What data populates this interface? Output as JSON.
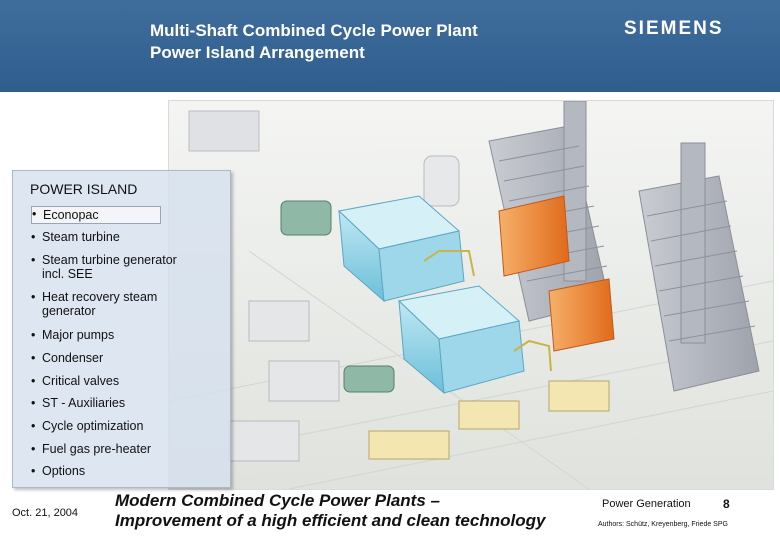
{
  "header": {
    "title_line1": "Multi-Shaft Combined Cycle Power Plant",
    "title_line2": "Power Island Arrangement",
    "logo_text": "SIEMENS",
    "bg_color": "#3a6896"
  },
  "power_island": {
    "heading": "POWER ISLAND",
    "items": [
      {
        "line1": "Econopac",
        "line2": ""
      },
      {
        "line1": "Steam turbine",
        "line2": ""
      },
      {
        "line1": "Steam turbine generator",
        "line2": "incl. SEE"
      },
      {
        "line1": "Heat recovery steam",
        "line2": "generator"
      },
      {
        "line1": "Major pumps",
        "line2": ""
      },
      {
        "line1": "Condenser",
        "line2": ""
      },
      {
        "line1": "Critical valves",
        "line2": ""
      },
      {
        "line1": "ST - Auxiliaries",
        "line2": ""
      },
      {
        "line1": "Cycle optimization",
        "line2": ""
      },
      {
        "line1": "Fuel gas pre-heater",
        "line2": ""
      },
      {
        "line1": "Options",
        "line2": ""
      }
    ],
    "highlighted_item": "Econopac"
  },
  "footer": {
    "date": "Oct. 21, 2004",
    "title_line1": "Modern Combined Cycle Power Plants –",
    "title_line2": "Improvement of a high efficient and clean technology",
    "department": "Power Generation",
    "page_number": "8",
    "authors": "Authors: Schütz, Kreyenberg, Friede SPG"
  },
  "colors": {
    "turbine_cyan": "#8fd0e6",
    "exhaust_orange": "#f08a2c",
    "stack_grey": "#b9bcc4"
  }
}
